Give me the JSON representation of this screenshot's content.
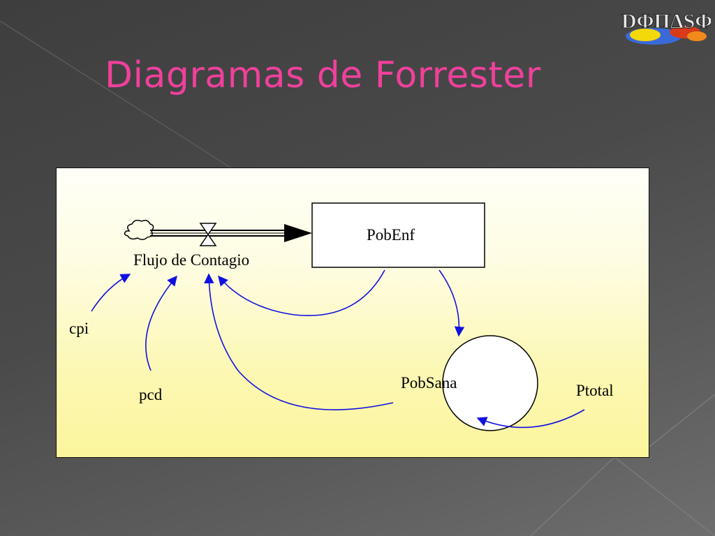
{
  "slide": {
    "title": "Diagramas de Forrester"
  },
  "logo": {
    "text": "DΦΠΔSΦ",
    "colors": [
      "#f5d80a",
      "#d93a1a",
      "#3a6ad8",
      "#e8e8e8"
    ]
  },
  "diagram": {
    "stock_label": "PobEnf",
    "flow_label": "Flujo de Contagio",
    "aux_circle_label": "PobSana",
    "variables": {
      "cpi": "cpi",
      "pcd": "pcd",
      "ptotal": "Ptotal"
    },
    "colors": {
      "arrow": "#1010e0",
      "line": "#000000",
      "title": "#f0409c"
    },
    "icons": {
      "source": "cloud-source-icon",
      "valve": "valve-icon"
    }
  }
}
